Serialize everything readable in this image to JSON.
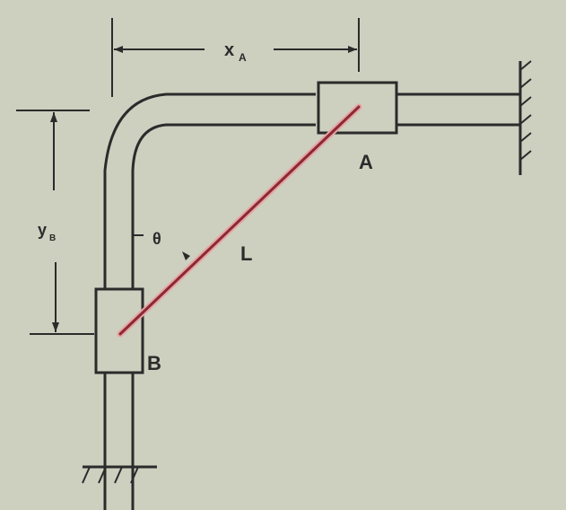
{
  "labels": {
    "x_dimension": "x",
    "x_subscript": "A",
    "y_dimension": "y",
    "y_subscript": "B",
    "collar_a": "A",
    "collar_b": "B",
    "angle": "θ",
    "rod_length": "L"
  },
  "colors": {
    "background": "#cdcfbf",
    "line": "#2b2b2b",
    "rod": "#a0303a"
  }
}
